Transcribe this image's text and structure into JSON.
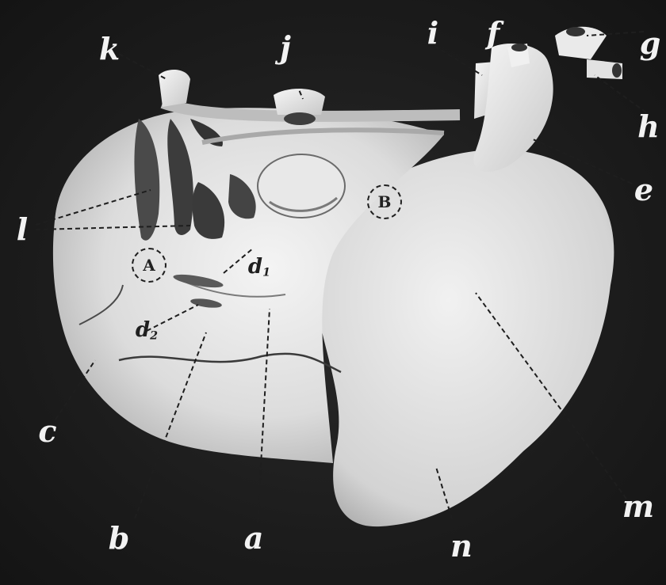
{
  "figure": {
    "labels": {
      "k": "k",
      "j": "j",
      "i": "i",
      "f": "f",
      "g": "g",
      "h_right": "h",
      "e": "e",
      "l": "l",
      "A": "A",
      "B": "B",
      "d1": "d",
      "d1_sub": "1",
      "d2": "d",
      "d2_sub": "2",
      "c": "c",
      "b": "b",
      "a": "a",
      "n": "n",
      "m": "m"
    }
  }
}
